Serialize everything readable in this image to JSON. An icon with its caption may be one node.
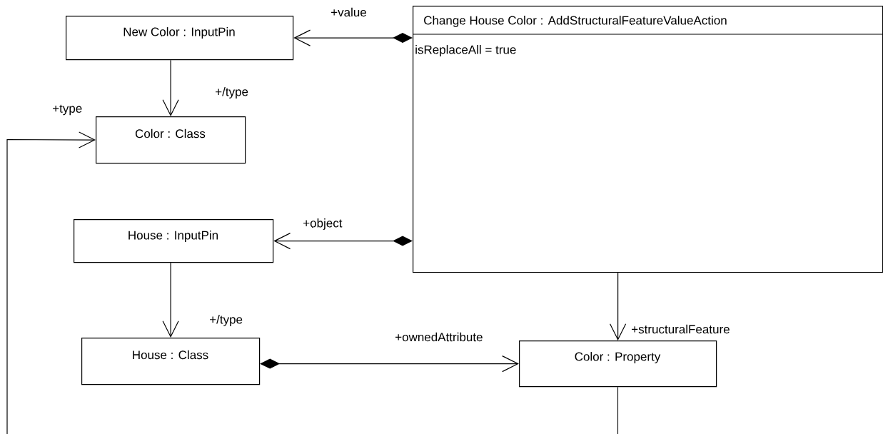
{
  "diagram": {
    "nodes": [
      {
        "text": [
          "New Color : InputPin"
        ]
      },
      {
        "text": [
          "Color : Class"
        ]
      },
      {
        "text": [
          "House : InputPin"
        ]
      },
      {
        "text": [
          "House : Class"
        ]
      },
      {
        "text": [
          "Change House Color : AddStructuralFeatureValueAction",
          "isReplaceAll = true"
        ]
      },
      {
        "text": [
          "Color : Property"
        ]
      }
    ],
    "edges": [
      {
        "from": 4,
        "to": 0,
        "arrow": "to",
        "label": "+value"
      },
      {
        "from": 0,
        "to": 1,
        "arrow": "to",
        "label": "+/type"
      },
      {
        "from": 4,
        "to": 2,
        "arrow": "to",
        "label": "+object"
      },
      {
        "from": 2,
        "to": 3,
        "arrow": "to",
        "label": "+/type"
      },
      {
        "from": 3,
        "to": 5,
        "arrow": "to",
        "label": "+ownedAttribute"
      },
      {
        "from": 4,
        "to": 5,
        "arrow": "to",
        "label": "+structuralFeature"
      },
      {
        "from": 5,
        "to": null,
        "arrow": "none"
      },
      {
        "from": null,
        "to": 1,
        "arrow": "to",
        "label": "+type"
      }
    ]
  }
}
